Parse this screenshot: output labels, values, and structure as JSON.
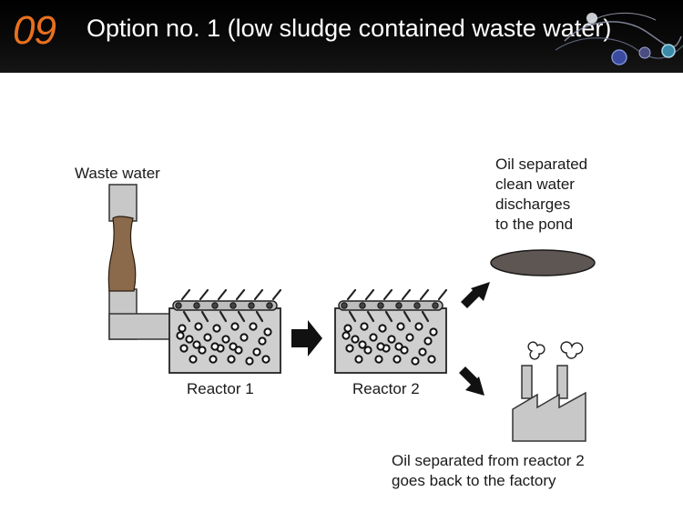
{
  "header": {
    "slide_number": "09",
    "title": "Option no. 1 (low sludge contained waste water)"
  },
  "diagram": {
    "waste_water_label": "Waste water",
    "reactor1_label": "Reactor 1",
    "reactor2_label": "Reactor 2",
    "pond_label_lines": [
      "Oil separated",
      "clean water",
      "discharges",
      "to the pond"
    ],
    "factory_label_lines": [
      "Oil separated from reactor 2",
      "goes back to the factory"
    ]
  },
  "colors": {
    "header_bg": "#000000",
    "slide_number": "#e9701f",
    "pipe": "#c8c8c8",
    "waste_water": "#8a6a4a",
    "reactor": "#cfcfcf",
    "pond": "#5e5652"
  }
}
